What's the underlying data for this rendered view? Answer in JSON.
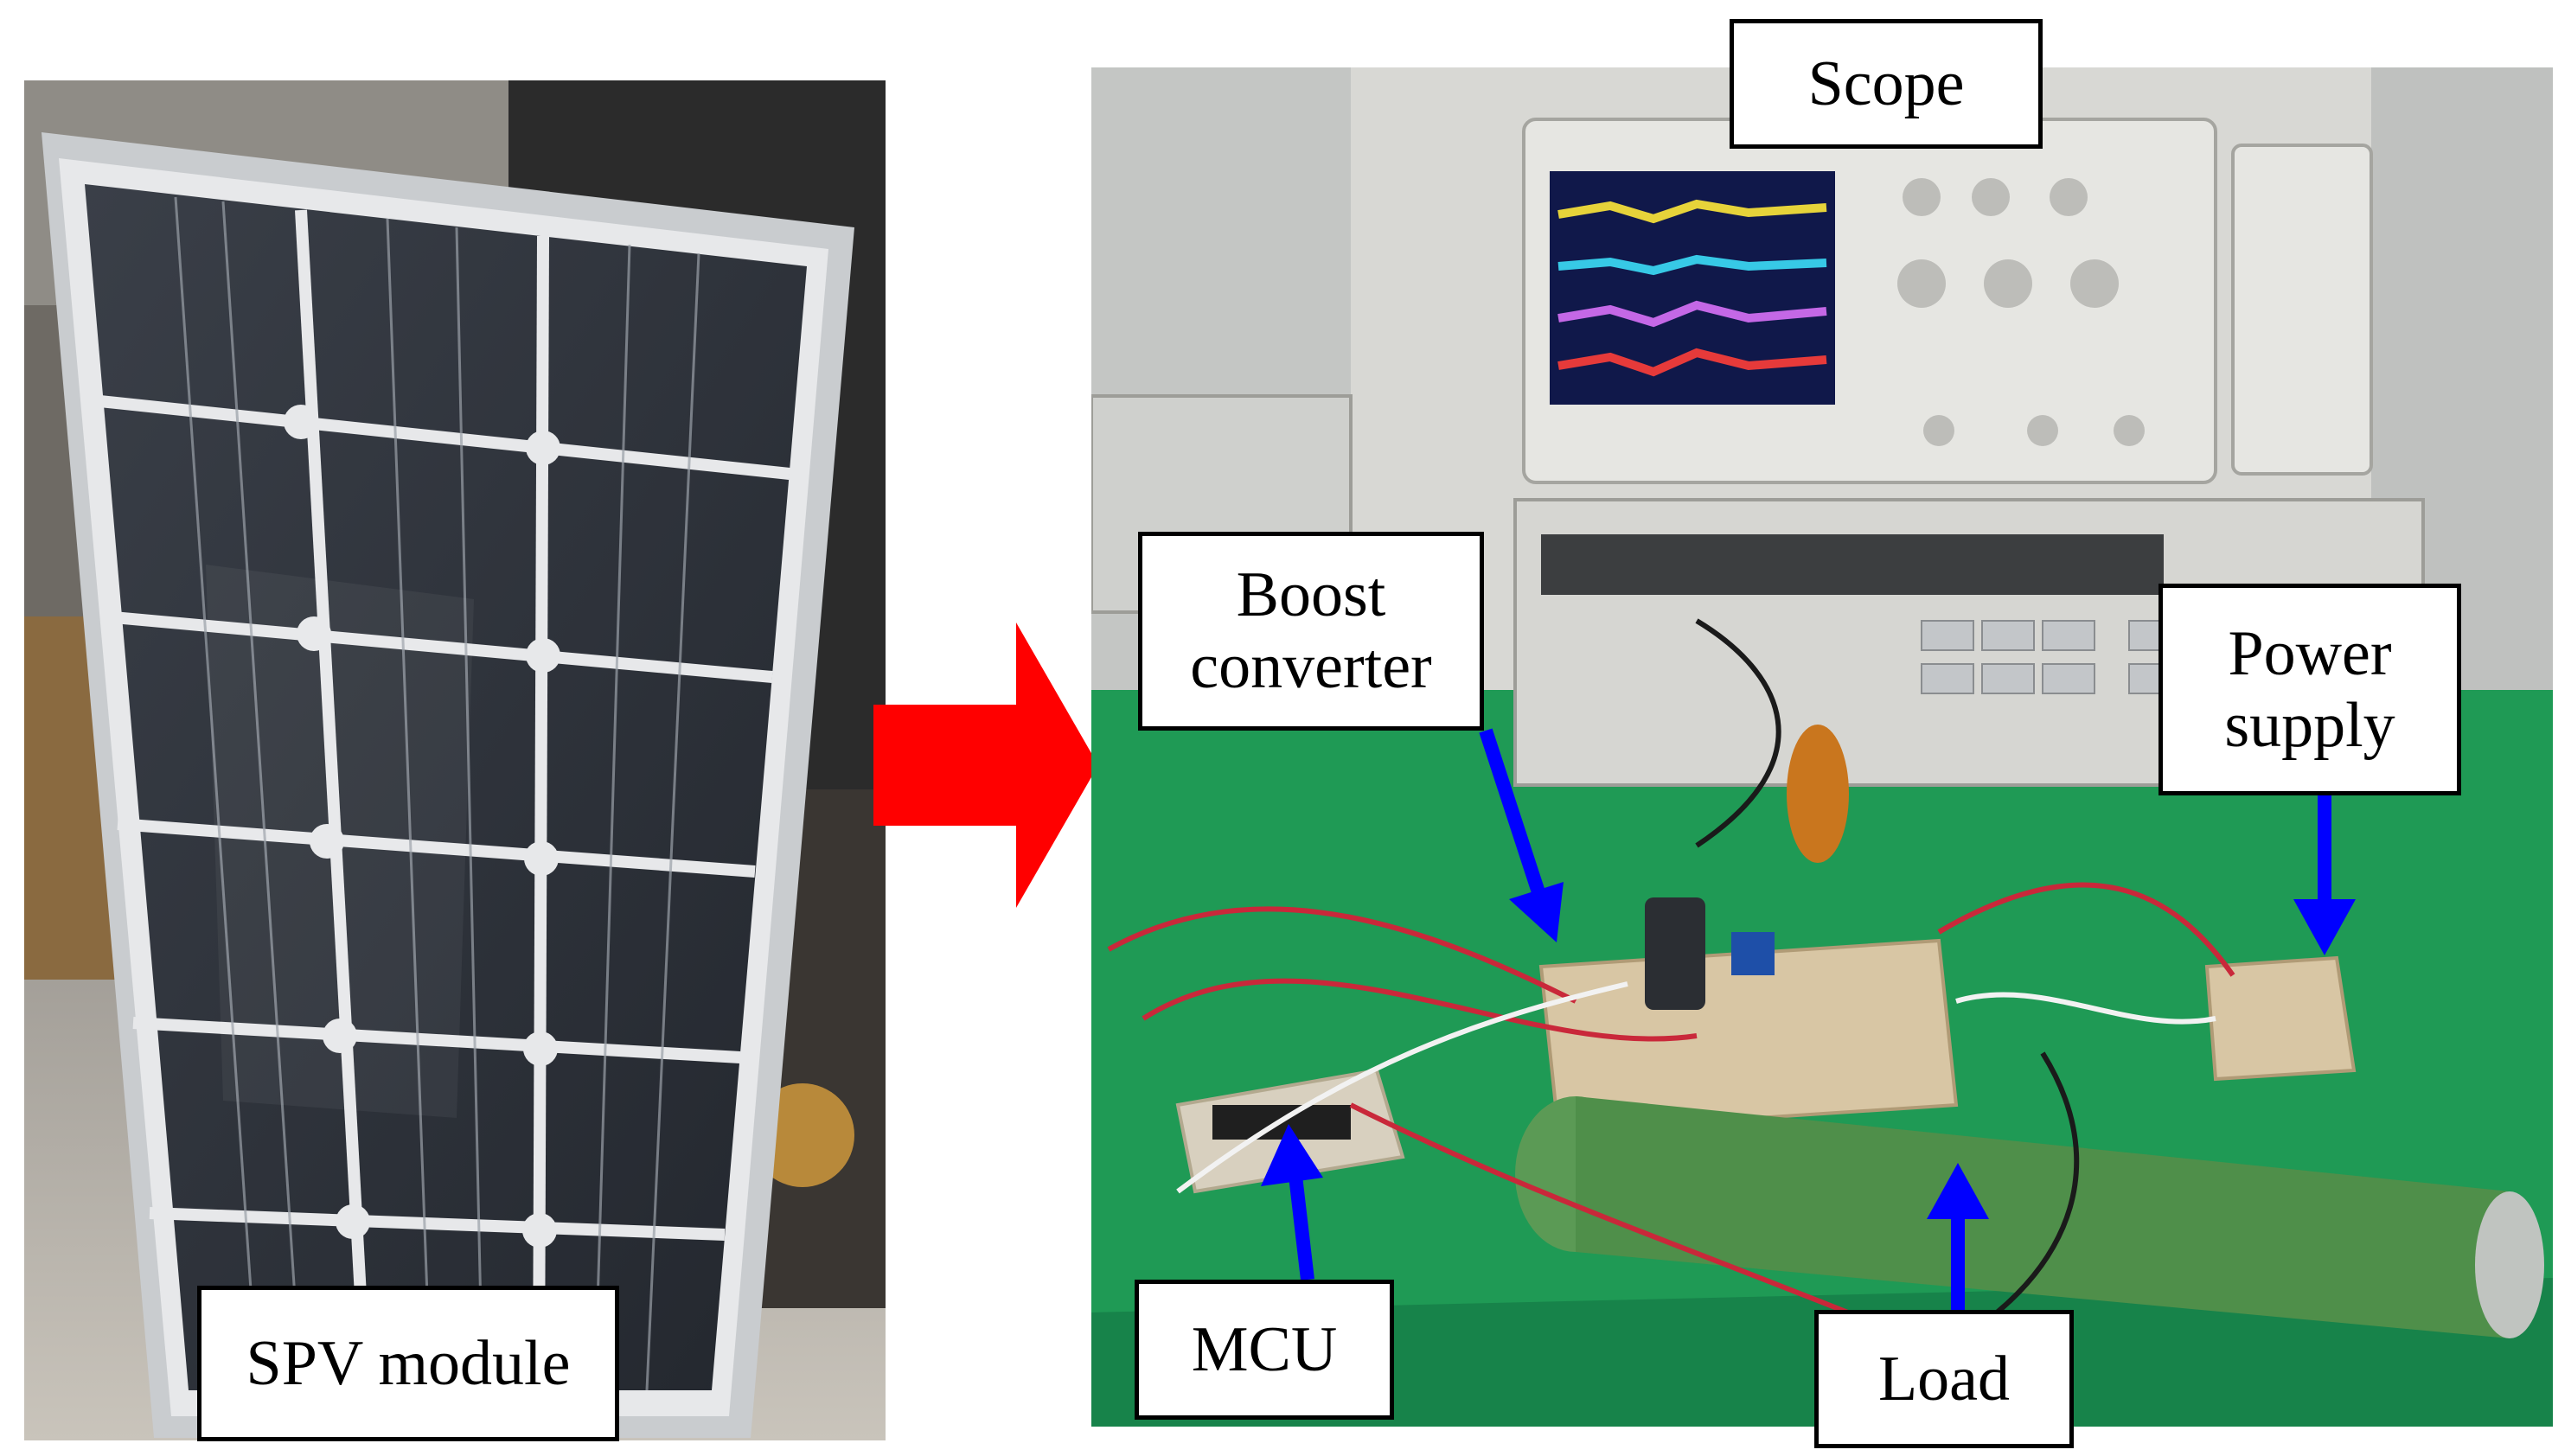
{
  "labels": {
    "spv_module": "SPV module",
    "scope": "Scope",
    "boost_converter": [
      "Boost",
      "converter"
    ],
    "power_supply": [
      "Power",
      "supply"
    ],
    "mcu": "MCU",
    "load": "Load"
  },
  "colors": {
    "transition_arrow": "#ff0000",
    "pointer_arrow": "#0000ff",
    "bench_mat": "#1f9a55",
    "resistor": "#4f8f4a",
    "panel_frame": "#c9cccf",
    "solar_cell": "#2e323a"
  },
  "icons": {
    "transition_arrow": "right-arrow-icon",
    "pointer_arrows": "up-down-pointer-arrow-icon"
  }
}
